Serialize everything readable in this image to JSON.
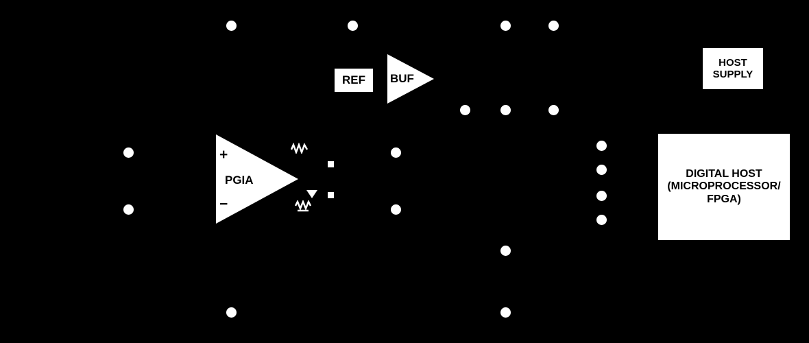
{
  "colors": {
    "background": "#000000",
    "element": "#ffffff",
    "text_on_element": "#000000"
  },
  "diagram": {
    "pgia": {
      "label": "PGIA",
      "plus": "+",
      "minus": "−"
    },
    "ref": {
      "label": "REF"
    },
    "buf": {
      "label": "BUF"
    },
    "host_supply": {
      "label": "HOST\nSUPPLY"
    },
    "digital_host": {
      "label": "DIGITAL HOST\n(MICROPROCESSOR/\nFPGA)"
    }
  }
}
